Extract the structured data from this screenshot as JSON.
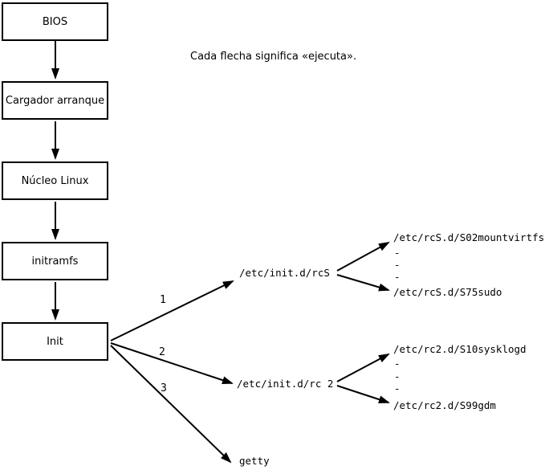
{
  "note": "Cada flecha significa «ejecuta».",
  "boxes": [
    {
      "label": "BIOS"
    },
    {
      "label": "Cargador arranque"
    },
    {
      "label": "Núcleo Linux"
    },
    {
      "label": "initramfs"
    },
    {
      "label": "Init"
    }
  ],
  "init_arrows": [
    {
      "number": "1",
      "target": "/etc/init.d/rcS"
    },
    {
      "number": "2",
      "target": "/etc/init.d/rc 2"
    },
    {
      "number": "3",
      "target": "getty"
    }
  ],
  "rcS_scripts": {
    "first": "/etc/rcS.d/S02mountvirtfs",
    "ellipsis": [
      "-",
      "-",
      "-"
    ],
    "last": "/etc/rcS.d/S75sudo"
  },
  "rc2_scripts": {
    "first": "/etc/rc2.d/S10sysklogd",
    "ellipsis": [
      "-",
      "-",
      "-"
    ],
    "last": "/etc/rc2.d/S99gdm"
  },
  "colors": {
    "line": "#000000",
    "background": "#ffffff"
  }
}
